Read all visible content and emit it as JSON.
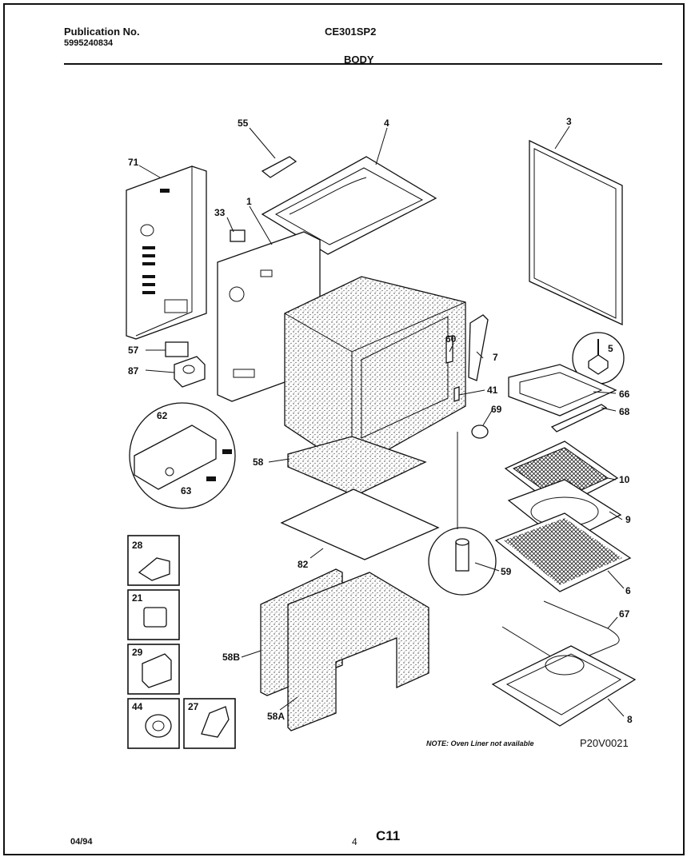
{
  "header": {
    "publication_label": "Publication No.",
    "publication_number": "5995240834",
    "model": "CE301SP2",
    "section": "BODY"
  },
  "note": "NOTE: Oven Liner not available",
  "figure_code": "P20V0021",
  "footer": {
    "date": "04/94",
    "page": "4",
    "code": "C11"
  },
  "part_labels": {
    "p71": "71",
    "p55": "55",
    "p4": "4",
    "p3": "3",
    "p33": "33",
    "p1": "1",
    "p60": "60",
    "p7": "7",
    "p5": "5",
    "p57": "57",
    "p87": "87",
    "p41": "41",
    "p66": "66",
    "p68": "68",
    "p69": "69",
    "p62": "62",
    "p63": "63",
    "p58": "58",
    "p10": "10",
    "p9": "9",
    "p82": "82",
    "p59": "59",
    "p6": "6",
    "p28": "28",
    "p21": "21",
    "p29": "29",
    "p44": "44",
    "p27": "27",
    "p58b": "58B",
    "p58a": "58A",
    "p67": "67",
    "p8": "8"
  }
}
